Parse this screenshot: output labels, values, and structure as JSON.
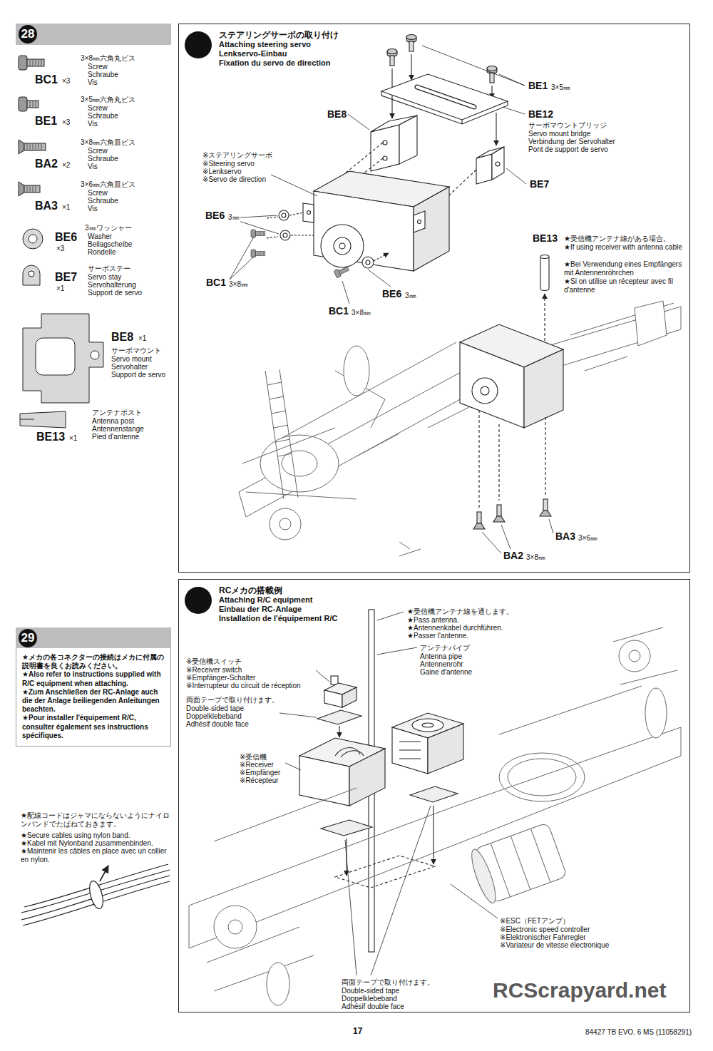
{
  "diagram": {
    "nodes": [
      {
        "text": [
          "28"
        ]
      },
      {
        "text": [
          "ステアリングサーボの取り付け",
          "Attaching steering servo",
          "Lenkservo-Einbau",
          "Fixation du servo de direction"
        ]
      },
      {
        "text": [
          "28"
        ],
        "in": 1
      },
      {
        "text": [
          "29"
        ]
      },
      {
        "text": [
          "★メカの各コネクターの接続はメカに付属の説明書を良くお読みください。",
          "★Also refer to instructions supplied with R/C equipment when attaching.",
          "★Zum Anschließen der RC-Anlage auch die der Anlage beiliegenden Anleitungen beachten.",
          "★Pour installer l'équipement R/C, consulter également ses instructions spécifiques."
        ]
      },
      {
        "text": [
          "RCメカの搭載例",
          "Attaching R/C equipment",
          "Einbau der RC-Anlage",
          "Installation de l'équipement R/C"
        ]
      },
      {
        "text": [
          "29"
        ],
        "in": 5
      }
    ],
    "labels": [
      "3×8㎜六角丸ビス",
      "Screw",
      "Schraube",
      "Vis",
      "BC1",
      "×3",
      "3×5㎜六角丸ビス",
      "Screw",
      "Schraube",
      "Vis",
      "BE1",
      "×3",
      "3×8㎜六角皿ビス",
      "Screw",
      "Schraube",
      "Vis",
      "BA2",
      "×2",
      "3×6㎜六角皿ビス",
      "Screw",
      "Schraube",
      "Vis",
      "BA3",
      "×1",
      "3㎜ワッシャー",
      "Washer",
      "Beilagscheibe",
      "Rondelle",
      "BE6",
      "×3",
      "サーボステー",
      "Servo stay",
      "Servohalterung",
      "Support de servo",
      "BE7",
      "×1",
      "BE8",
      "×1",
      "サーボマウント",
      "Servo mount",
      "Servohalter",
      "Support de servo",
      "アンテナポスト",
      "Antenna post",
      "Antennenstange",
      "Pied d'antenne",
      "BE13",
      "×1",
      "BE1",
      "3×5㎜",
      "BE12",
      "サーボマウントブリッジ",
      "Servo mount bridge",
      "Verbindung der Servohalter",
      "Pont de support de servo",
      "BE8",
      "BE7",
      "※ステアリングサーボ",
      "※Steering servo",
      "※Lenkservo",
      "※Servo de direction",
      "BE6",
      "3㎜",
      "BC1",
      "3×8㎜",
      "BE6",
      "3㎜",
      "BC1",
      "3×8㎜",
      "BE13",
      "★受信機アンテナ線がある場合。",
      "★If using receiver with antenna cable",
      "★Bei Verwendung eines Empfängers mit Antennenröhrchen",
      "★Si on utilise un récepteur avec fil d'antenne",
      "BA3",
      "3×6㎜",
      "BA2",
      "3×8㎜",
      "★受信機アンテナ線を通します。",
      "★Pass antenna.",
      "★Antennenkabel durchführen.",
      "★Passer l'antenne.",
      "アンテナパイプ",
      "Antenna pipe",
      "Antennenrohr",
      "Gaine d'antenne",
      "※受信機スイッチ",
      "※Receiver switch",
      "※Empfänger-Schalter",
      "※Interrupteur du circuit de réception",
      "両面テープで取り付けます。",
      "Double-sided tape",
      "Doppelklebeband",
      "Adhésif double face",
      "※受信機",
      "※Receiver",
      "※Empfänger",
      "※Récepteur",
      "※ESC（FETアンプ）",
      "※Electronic speed controller",
      "※Elektronischer Fahrregler",
      "※Variateur de vitesse électronique",
      "両面テープで取り付けます。",
      "Double-sided tape",
      "Doppelklebeband",
      "Adhésif double face",
      "★配線コードはジャマにならないようにナイロンバンドでたばねておきます。",
      "★Secure cables using nylon band.",
      "★Kabel mit Nylonband zusammenbinden.",
      "★Maintenir les câbles en place avec un collier en nylon.",
      "17",
      "84427 TB EVO. 6 MS (11058291)",
      "RCScrapyard.net"
    ]
  }
}
